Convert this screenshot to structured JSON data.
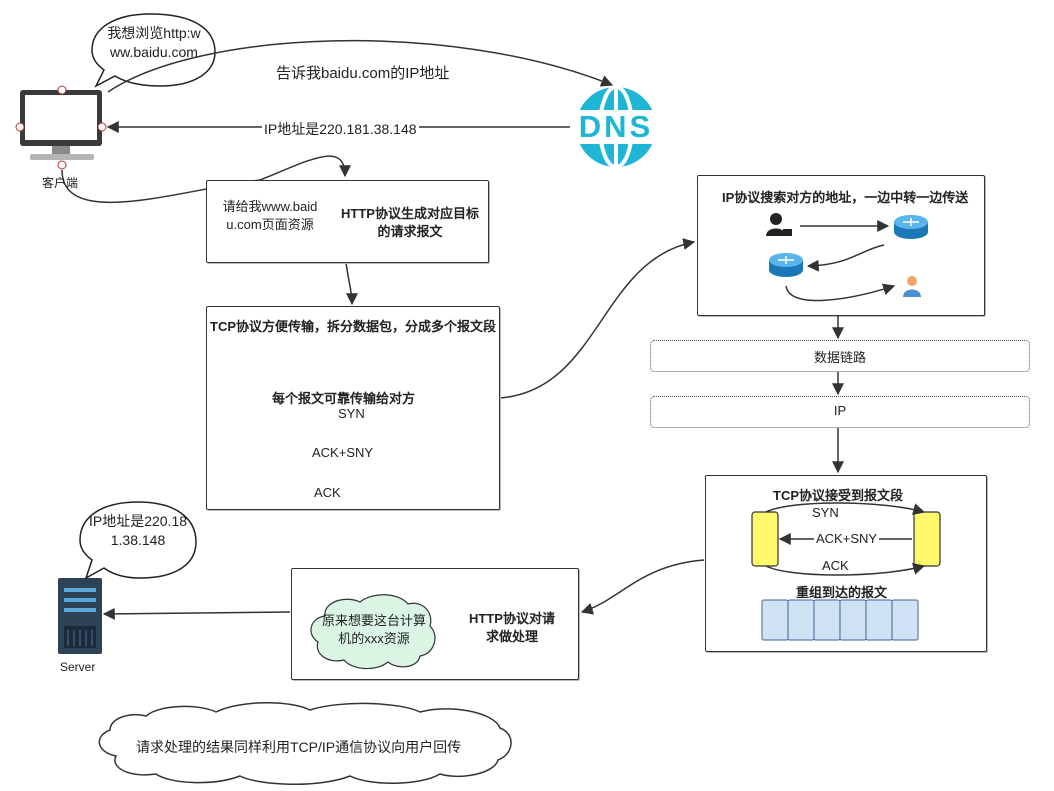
{
  "client": {
    "bubble": "我想浏览http:www.baidu.com",
    "label": "客户端"
  },
  "dns": {
    "request_label": "告诉我baidu.com的IP地址",
    "response_label": "IP地址是220.181.38.148",
    "icon_text": "DNS"
  },
  "http_gen": {
    "cloud": "请给我www.baidu.com页面资源",
    "title": "HTTP协议生成对应目标的请求报文"
  },
  "tcp_send": {
    "title": "TCP协议方便传输，拆分数据包，分成多个报文段",
    "subtitle": "每个报文可靠传输给对方",
    "syn": "SYN",
    "ack_sny": "ACK+SNY",
    "ack": "ACK"
  },
  "ip_route": {
    "title": "IP协议搜索对方的地址，一边中转一边传送"
  },
  "data_link": {
    "label": "数据链路"
  },
  "ip_layer": {
    "label": "IP"
  },
  "tcp_recv": {
    "title": "TCP协议接受到报文段",
    "syn": "SYN",
    "ack_sny": "ACK+SNY",
    "ack": "ACK",
    "reassemble": "重组到达的报文"
  },
  "http_proc": {
    "cloud": "原来想要这台计算机的xxx资源",
    "title": "HTTP协议对请求做处理"
  },
  "server": {
    "bubble": "IP地址是220.181.38.148",
    "label": "Server"
  },
  "footer": {
    "cloud": "请求处理的结果同样利用TCP/IP通信协议向用户回传"
  },
  "colors": {
    "packet_fill": "#cfe2f3",
    "packet_stroke": "#5b7fa6",
    "host_fill": "#fff96b",
    "cloud_fill": "#dbf5e5",
    "dns_blue": "#1fb6d6",
    "router_blue": "#2c8fd6"
  }
}
